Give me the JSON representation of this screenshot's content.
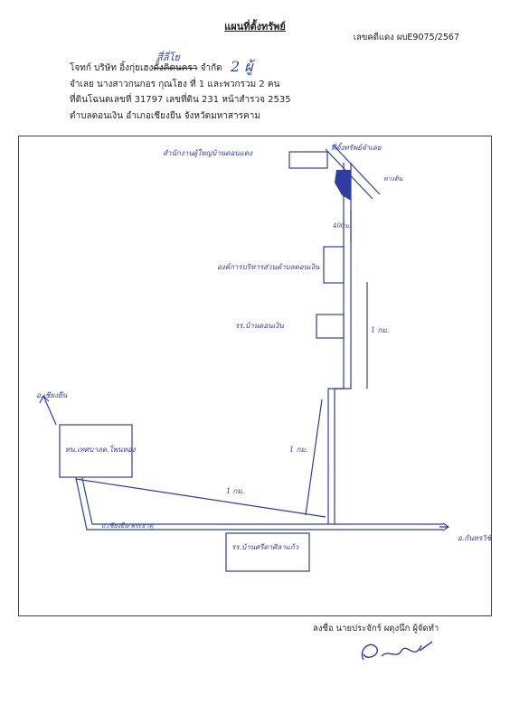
{
  "header": {
    "title": "แผนที่ตั้งทรัพย์",
    "case_number": "เลขคดีแดง ผบE9075/2567"
  },
  "details": {
    "plaintiff_prefix": "โจทก์ บริษัท อิ้งกุ่ยเฮง",
    "plaintiff_struck": "ตั้งคิดนครา",
    "plaintiff_suffix": " จำกัด",
    "plaintiff_handwritten_insert": "สี่ลี่โย",
    "plaintiff_handwritten_count": "2 ผู้",
    "defendant": "จำเลย นางสาวกนกอร กุณโฮง ที่ 1 และพวกรวม 2 คน",
    "land_deed": "ที่ดินโฉนดเลขที่ 31797 เลขที่ดิน 231 หน้าสำรวจ 2535",
    "location": "ตำบลดอนเงิน อำเภอเชียงยืน จังหวัดมหาสารคาม"
  },
  "map": {
    "labels": {
      "village_headman_office": "สำนักงานผู้ใหญ่บ้านดอนแดง",
      "property_site": "ที่ตั้งทรัพย์จำเลย",
      "house_label": "ทางดิน",
      "distance_400m": "400ม.",
      "subdistrict_admin": "องค์การบริหารส่วนตำบลดอนเงิน",
      "school_don_ngoen": "รร.บ้านดอนเงิน",
      "distance_1km_a": "1 กม.",
      "chiang_yuen": "อ.เชียงยืน",
      "municipality_box": "ทน.เทศบาลต.โพนทอง",
      "distance_1km_b": "1 กม.",
      "distance_1km_c": "1 กม.",
      "road_name": "ถ.เชียงยืน-พระธาตุ",
      "school_si_da": "รร.บ้านศรีดาศิลาแก้ว",
      "kanthararom": "อ.กันทรวิชัย"
    }
  },
  "signature": {
    "label": "ลงชื่อ นายประจักร์ ผดุงนึก ผู้จัดทำ",
    "mark_name": "handwritten-signature"
  }
}
